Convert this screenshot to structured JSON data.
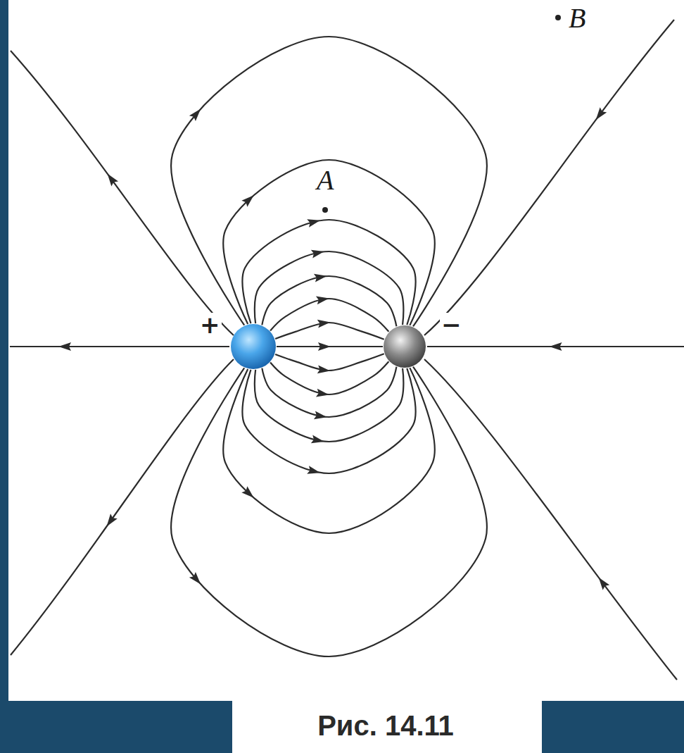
{
  "diagram": {
    "caption": "Рис. 14.11",
    "nodes": [
      {
        "text": [
          "+"
        ]
      },
      {
        "text": [
          "−"
        ]
      }
    ],
    "edges": [
      {
        "from": 0,
        "to": 1,
        "arrow": "to"
      },
      {
        "from": 0,
        "to": 1,
        "arrow": "to"
      },
      {
        "from": 0,
        "to": 1,
        "arrow": "to"
      },
      {
        "from": 0,
        "to": 1,
        "arrow": "to"
      },
      {
        "from": 0,
        "to": 1,
        "arrow": "to"
      },
      {
        "from": 0,
        "to": 1,
        "arrow": "to"
      },
      {
        "from": 0,
        "to": 1,
        "arrow": "to"
      },
      {
        "from": 0,
        "to": 1,
        "arrow": "to"
      },
      {
        "from": 0,
        "to": 1,
        "arrow": "to"
      },
      {
        "from": 0,
        "to": 1,
        "arrow": "to"
      },
      {
        "from": 0,
        "to": 1,
        "arrow": "to"
      },
      {
        "from": 0,
        "to": 1,
        "arrow": "to"
      },
      {
        "from": 0,
        "to": 1,
        "arrow": "to"
      },
      {
        "from": 0,
        "to": 1,
        "arrow": "to"
      },
      {
        "from": 0,
        "to": 1,
        "arrow": "to"
      }
    ],
    "labels": [
      "A",
      "B"
    ]
  }
}
